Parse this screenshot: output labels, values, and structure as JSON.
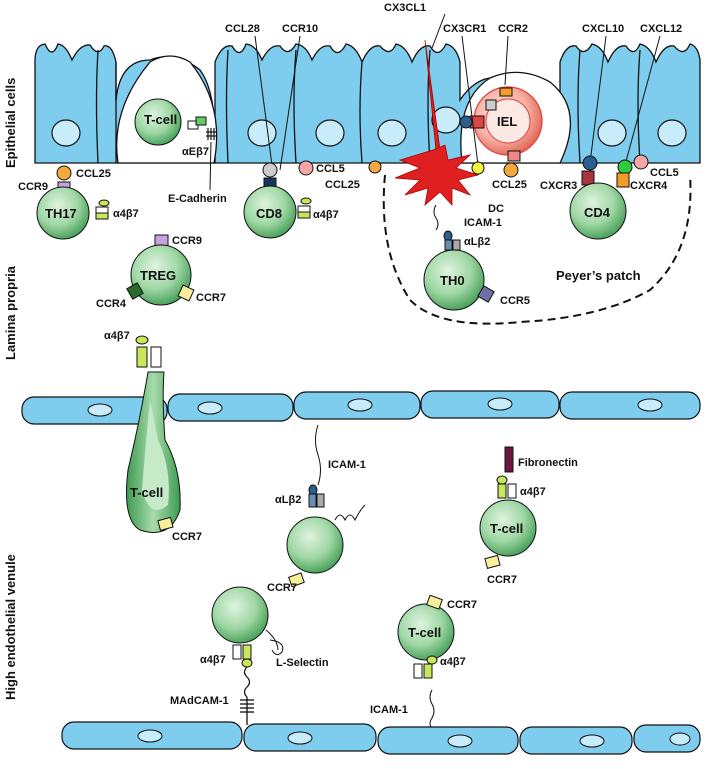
{
  "side_labels": {
    "epithelial": "Epithelial cells",
    "lamina": "Lamina propria",
    "venule": "High endothelial venule"
  },
  "cells": {
    "tcell_epi": "T-cell",
    "th17": "TH17",
    "treg": "TREG",
    "cd8": "CD8",
    "th0": "TH0",
    "cd4": "CD4",
    "iel": "IEL",
    "tcell_big": "T-cell",
    "tcell_right": "T-cell",
    "tcell_bottom": "T-cell"
  },
  "labels": {
    "ccl28": "CCL28",
    "ccr10": "CCR10",
    "cx3cl1": "CX3CL1",
    "cx3cr1": "CX3CR1",
    "ccr2": "CCR2",
    "cxcl10": "CXCL10",
    "cxcl12": "CXCL12",
    "ccl25_left": "CCL25",
    "ccr9_left": "CCR9",
    "a4b7_th17": "α4β7",
    "aeb7": "αEβ7",
    "ecadherin": "E-Cadherin",
    "ccl5_mid": "CCL5",
    "ccl25_mid": "CCL25",
    "a4b7_cd8": "α4β7",
    "ccl25_iel": "CCL25",
    "dc": "DC",
    "icam_dc": "ICAM-1",
    "alb2_th0": "αLβ2",
    "cxcr3": "CXCR3",
    "cxcr4": "CXCR4",
    "ccl5_right": "CCL5",
    "ccr9_treg": "CCR9",
    "ccr7_treg": "CCR7",
    "ccr4": "CCR4",
    "peyers": "Peyer’s patch",
    "ccr5": "CCR5",
    "a4b7_big": "α4β7",
    "ccr7_big": "CCR7",
    "icam_mid": "ICAM-1",
    "alb2_mid": "αLβ2",
    "fibronectin": "Fibronectin",
    "a4b7_right": "α4β7",
    "ccr7_right": "CCR7",
    "ccr7_mid": "CCR7",
    "lselectin": "L-Selectin",
    "a4b7_lower": "α4β7",
    "madcam": "MAdCAM-1",
    "ccr7_bottom": "CCR7",
    "a4b7_bottom": "α4β7",
    "icam_bottom": "ICAM-1"
  },
  "colors": {
    "epithelium": "#7fcdee",
    "nucleus": "#c9ecfa",
    "cell_green": "#5fb96f",
    "cell_light": "#b7e2b9",
    "iel": "#f08a78",
    "dc": "#e02020"
  }
}
